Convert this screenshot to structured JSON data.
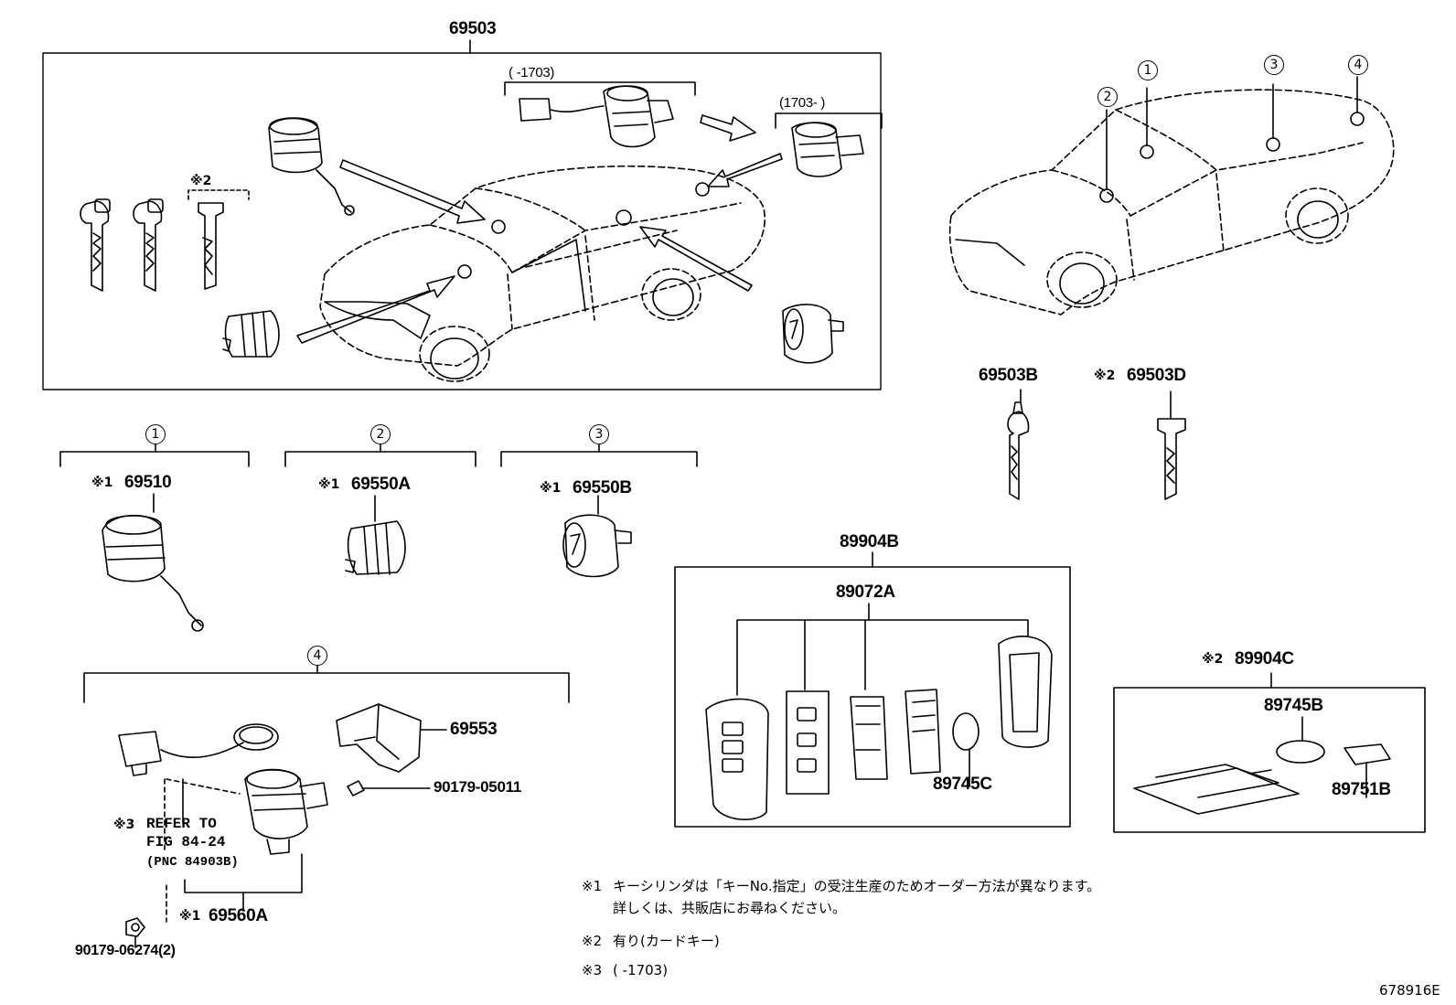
{
  "assembly": {
    "main": "69503",
    "period_early": "(      -1703)",
    "period_late": "(1703-        )",
    "card_note": "※2"
  },
  "callouts": [
    "1",
    "2",
    "3",
    "4"
  ],
  "sections": {
    "s1": {
      "num": "1",
      "prefix": "※1",
      "part": "69510"
    },
    "s2": {
      "num": "2",
      "prefix": "※1",
      "part": "69550A"
    },
    "s3": {
      "num": "3",
      "prefix": "※1",
      "part": "69550B"
    },
    "s4": {
      "num": "4",
      "cover": "69553",
      "screw": "90179-05011",
      "ref_prefix": "※3",
      "ref_line1": "REFER TO",
      "ref_line2": "FIG 84-24",
      "ref_line3": "(PNC 84903B)",
      "cyl_prefix": "※1",
      "cyl_part": "69560A",
      "nut": "90179-06274(2)"
    }
  },
  "keys": {
    "key_b": "69503B",
    "key_d_prefix": "※2",
    "key_d": "69503D"
  },
  "smart_key": {
    "kit": "89904B",
    "transmitter": "89072A",
    "battery": "89745C"
  },
  "card_key": {
    "prefix": "※2",
    "kit": "89904C",
    "battery": "89745B",
    "sticker": "89751B"
  },
  "notes": {
    "n1_mark": "※1",
    "n1_line1": "キーシリンダは「キーNo.指定」の受注生産のためオーダー方法が異なります。",
    "n1_line2": "詳しくは、共販店にお尋ねください。",
    "n2_mark": "※2",
    "n2_text": "有り(カードキー)",
    "n3_mark": "※3",
    "n3_text": "(      -1703)"
  },
  "figure_id": "678916E"
}
